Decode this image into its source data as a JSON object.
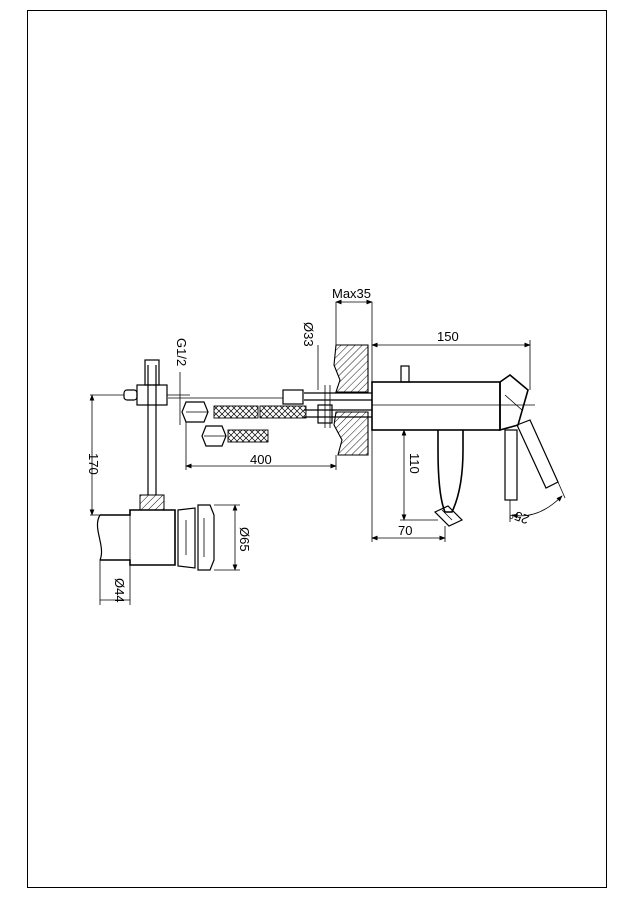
{
  "drawing": {
    "dimensions": {
      "max_wall": "Max35",
      "thread": "G1/2",
      "pipe_dia": "Ø33",
      "length_spout": "150",
      "height_valve": "170",
      "hose_length": "400",
      "spout_height": "110",
      "spout_offset": "70",
      "angle": "25°",
      "rosette_dia": "Ø65",
      "valve_dia": "Ø44"
    }
  }
}
